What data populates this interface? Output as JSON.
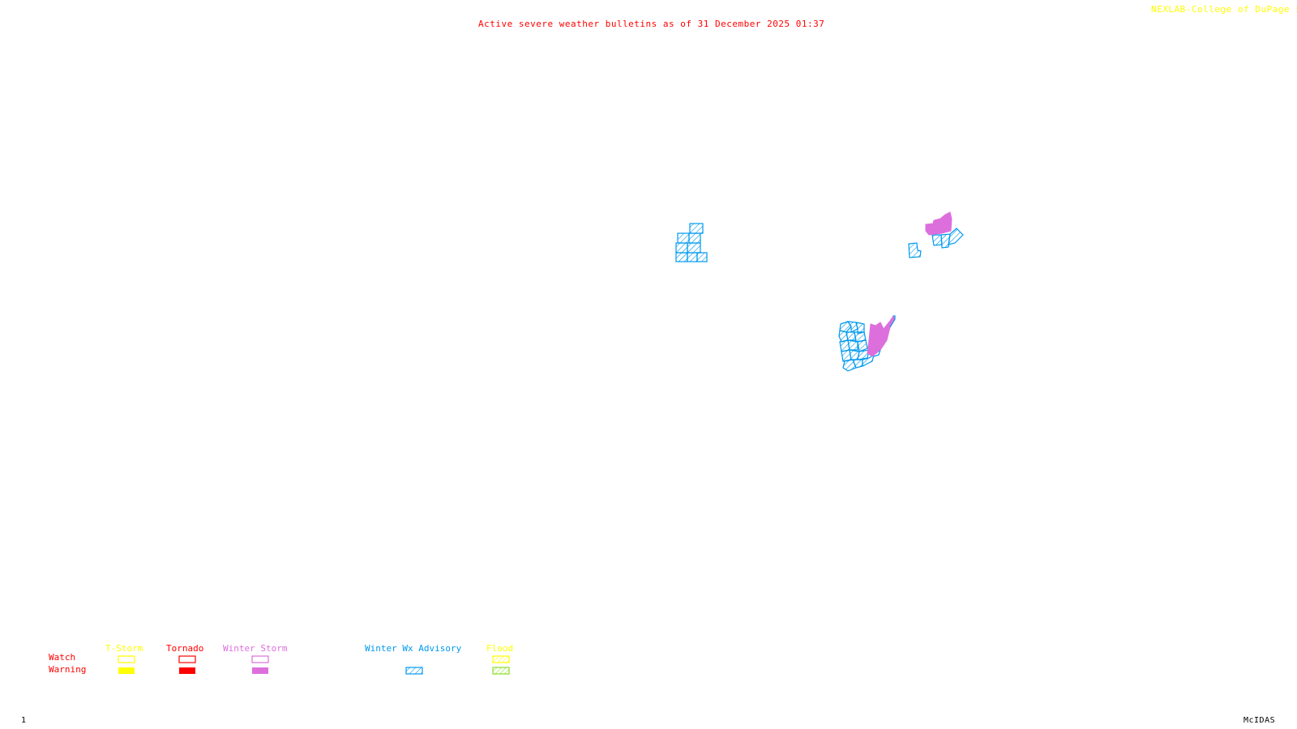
{
  "header": {
    "title": "Active severe weather bulletins as of 31 December 2025 01:37",
    "credit": "NEXLAB-College of DuPage",
    "credit_icon": "nexlab-logo-icon"
  },
  "footer": {
    "frame_number": "1",
    "software": "McIDAS"
  },
  "colors": {
    "title": "#ff0000",
    "credit": "#ffff00",
    "tstorm": "#ffff00",
    "tornado": "#ff0000",
    "winter_storm": "#dd6fdd",
    "winter_wx_advisory": "#0099ee",
    "flood_watch": "#ffff00",
    "flood_warning": "#88dd22"
  },
  "legend": {
    "row_labels": {
      "watch": "Watch",
      "warning": "Warning"
    },
    "categories": [
      {
        "key": "tstorm",
        "label": "T-Storm",
        "watch": "outline",
        "warning": "solid"
      },
      {
        "key": "tornado",
        "label": "Tornado",
        "watch": "outline",
        "warning": "solid"
      },
      {
        "key": "winter_storm",
        "label": "Winter Storm",
        "watch": "outline",
        "warning": "solid"
      },
      {
        "key": "winter_wx_advisory",
        "label": "Winter Wx Advisory",
        "watch": "none",
        "warning": "hatched"
      },
      {
        "key": "flood",
        "label": "Flood",
        "watch": "hatched",
        "warning": "hatched"
      }
    ]
  },
  "map_areas": [
    {
      "name": "winter-wx-advisory-area-plains",
      "type": "winter_wx_advisory"
    },
    {
      "name": "winter-wx-advisory-area-northeast",
      "type": "winter_wx_advisory"
    },
    {
      "name": "winter-storm-warning-area-northeast",
      "type": "winter_storm"
    },
    {
      "name": "winter-wx-advisory-area-appalachian",
      "type": "winter_wx_advisory"
    },
    {
      "name": "winter-storm-warning-area-appalachian",
      "type": "winter_storm"
    }
  ]
}
